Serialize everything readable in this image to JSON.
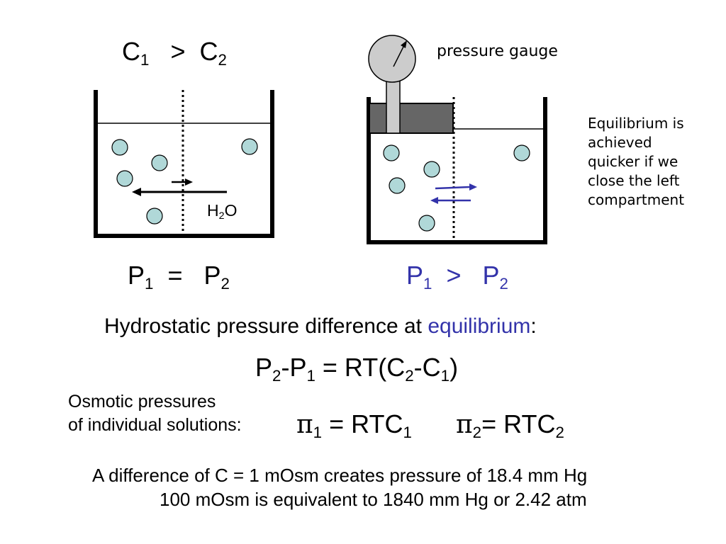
{
  "header": {
    "c_label": {
      "a": "C",
      "a_sub": "1",
      "op": ">",
      "b": "C",
      "b_sub": "2"
    }
  },
  "left_beaker": {
    "water_label": {
      "pre": "H",
      "sub": "2",
      "post": "O"
    },
    "pressure": {
      "a": "P",
      "a_sub": "1",
      "op": "=",
      "b": "P",
      "b_sub": "2"
    }
  },
  "right_beaker": {
    "gauge_label": "pressure gauge",
    "note": "Equilibrium is achieved quicker if we close the left compartment",
    "pressure": {
      "a": "P",
      "a_sub": "1",
      "op": ">",
      "b": "P",
      "b_sub": "2"
    }
  },
  "hydrostatic": {
    "text": "Hydrostatic pressure difference at ",
    "highlight": "equilibrium",
    "suffix": ":"
  },
  "formula": {
    "p2": "P",
    "p2_sub": "2",
    "minus": "-",
    "p1": "P",
    "p1_sub": "1",
    "eq": " = RT(",
    "c2": "C",
    "c2_sub": "2",
    "minus2": "-",
    "c1": "C",
    "c1_sub": "1",
    "close": ")"
  },
  "osmotic": {
    "label_line1": "Osmotic pressures",
    "label_line2": "of individual solutions:",
    "pi1": {
      "sym": "π",
      "sub": "1",
      "eq": " = RTC",
      "c_sub": "1"
    },
    "pi2": {
      "sym": "π",
      "sub": "2",
      "eq": "= RTC",
      "c_sub": "2"
    }
  },
  "notes": {
    "line1": "A difference of C = 1 mOsm creates pressure of 18.4 mm Hg",
    "line2": "100 mOsm is equivalent to 1840 mm Hg or 2.42 atm"
  },
  "colors": {
    "accent_blue": "#3333aa",
    "particle_fill": "#b0d8d8",
    "piston_gray": "#666666",
    "gauge_gray": "#cccccc"
  }
}
